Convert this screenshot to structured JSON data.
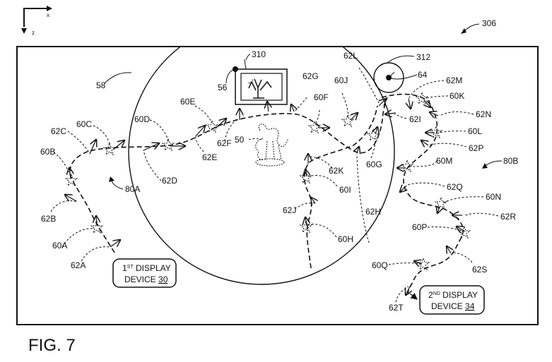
{
  "figure": {
    "title": "FIG. 7",
    "ref_scene": "306",
    "axes": {
      "x_label": "x",
      "z_label": "z"
    }
  },
  "labels": {
    "boundary": "58",
    "frame": "310",
    "frame_anchor": "56",
    "target": "312",
    "target_point": "64",
    "virtual_object": "50",
    "path_a": "80A",
    "path_b": "80B"
  },
  "devices": [
    {
      "line1_prefix": "1",
      "line1_sup": "ST",
      "line1_rest": " DISPLAY",
      "line2": "DEVICE ",
      "number": "30"
    },
    {
      "line1_prefix": "2",
      "line1_sup": "ND",
      "line1_rest": " DISPLAY",
      "line2": "DEVICE ",
      "number": "34"
    }
  ],
  "path_a_labels": [
    "62A",
    "60A",
    "62B",
    "60B",
    "62C",
    "60C",
    "62D",
    "60D",
    "60E",
    "62E",
    "62F",
    "62G",
    "60F",
    "60J",
    "62L",
    "60G",
    "62K",
    "60I",
    "62J",
    "60H",
    "62H"
  ],
  "path_b_labels": [
    "62M",
    "60K",
    "62I",
    "62N",
    "60L",
    "62P",
    "60M",
    "62Q",
    "60N",
    "62R",
    "60P",
    "62S",
    "60Q",
    "62T"
  ]
}
